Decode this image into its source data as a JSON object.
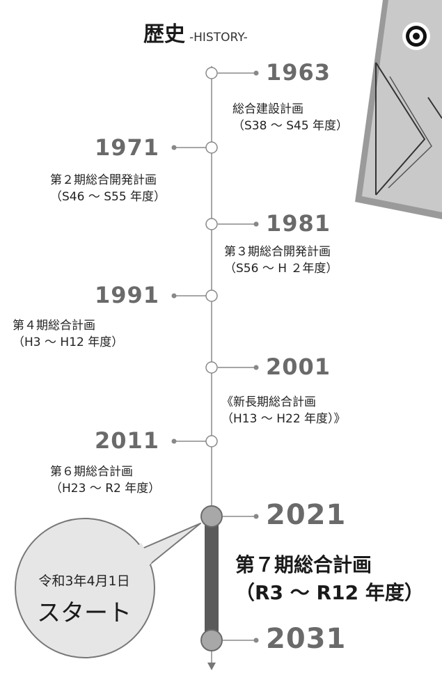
{
  "title": {
    "main": "歴史",
    "sub": "-HISTORY-"
  },
  "timeline": [
    {
      "year": "1963",
      "plan": "総合建設計画",
      "period": "（S38 ～ S45 年度）",
      "side": "right"
    },
    {
      "year": "1971",
      "plan": "第２期総合開発計画",
      "period": "（S46 ～ S55 年度）",
      "side": "left"
    },
    {
      "year": "1981",
      "plan": "第３期総合開発計画",
      "period": "（S56 ～ H ２年度）",
      "side": "right"
    },
    {
      "year": "1991",
      "plan": "第４期総合計画",
      "period": "（H3 ～ H12 年度）",
      "side": "left"
    },
    {
      "year": "2001",
      "plan": "《新長期総合計画",
      "period": "（H13 ～ H22 年度）》",
      "side": "right"
    },
    {
      "year": "2011",
      "plan": "第６期総合計画",
      "period": "（H23 ～ R2 年度）",
      "side": "left"
    },
    {
      "year": "2021",
      "plan": "第７期総合計画",
      "period": "（R3 ～ R12 年度）",
      "side": "right",
      "current": true
    },
    {
      "year": "2031",
      "side": "right",
      "end": true
    }
  ],
  "bubble": {
    "date": "令和3年4月1日",
    "start": "スタート"
  },
  "colors": {
    "line": "#8a8a8a",
    "bar": "#5a5a5a",
    "node_fill": "#a8a8a8",
    "year": "#6a6a6a"
  }
}
